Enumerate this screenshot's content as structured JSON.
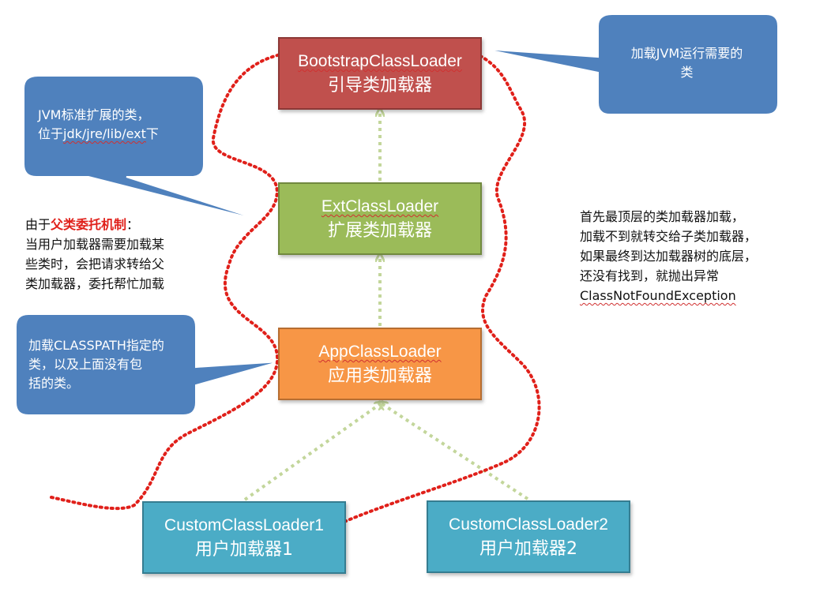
{
  "colors": {
    "bootstrap": "#c0504d",
    "ext": "#9bbb59",
    "app": "#f79646",
    "custom": "#4bacc6",
    "callout": "#4f81bd",
    "delegation_path": "#e0201a",
    "arrows": "#c3d69b"
  },
  "boxes": {
    "bootstrap": {
      "en": "BootstrapClassLoader",
      "zh": "引导类加载器"
    },
    "ext": {
      "en": "ExtClassLoader",
      "zh": "扩展类加载器"
    },
    "app": {
      "en": "AppClassLoader",
      "zh": "应用类加载器"
    },
    "custom1": {
      "en": "CustomClassLoader1",
      "zh": "用户加载器1"
    },
    "custom2": {
      "en": "CustomClassLoader2",
      "zh": "用户加载器2"
    }
  },
  "callouts": {
    "bootstrap": {
      "line1": "加载JVM运行需要的",
      "line2": "类"
    },
    "ext": {
      "line1": "JVM标准扩展的类，",
      "line2_prefix": "位于",
      "line2_path": "jdk/jre/lib/ext",
      "line2_suffix": "下"
    },
    "app": {
      "line1": "加载CLASSPATH指定的",
      "line2": "类，以及上面没有包",
      "line3": "括的类。"
    }
  },
  "notes": {
    "left": {
      "prefix": "由于",
      "highlight": "父类委托机制",
      "colon": "：",
      "line2": "当用户加载器需要加载某",
      "line3": "些类时，会把请求转给父",
      "line4": "类加载器，委托帮忙加载"
    },
    "right": {
      "line1": "首先最顶层的类加载器加载，",
      "line2": "加载不到就转交给子类加载器，",
      "line3": "如果最终到达加载器树的底层，",
      "line4": "还没有找到，就抛出异常",
      "line5": "ClassNotFoundException"
    }
  }
}
